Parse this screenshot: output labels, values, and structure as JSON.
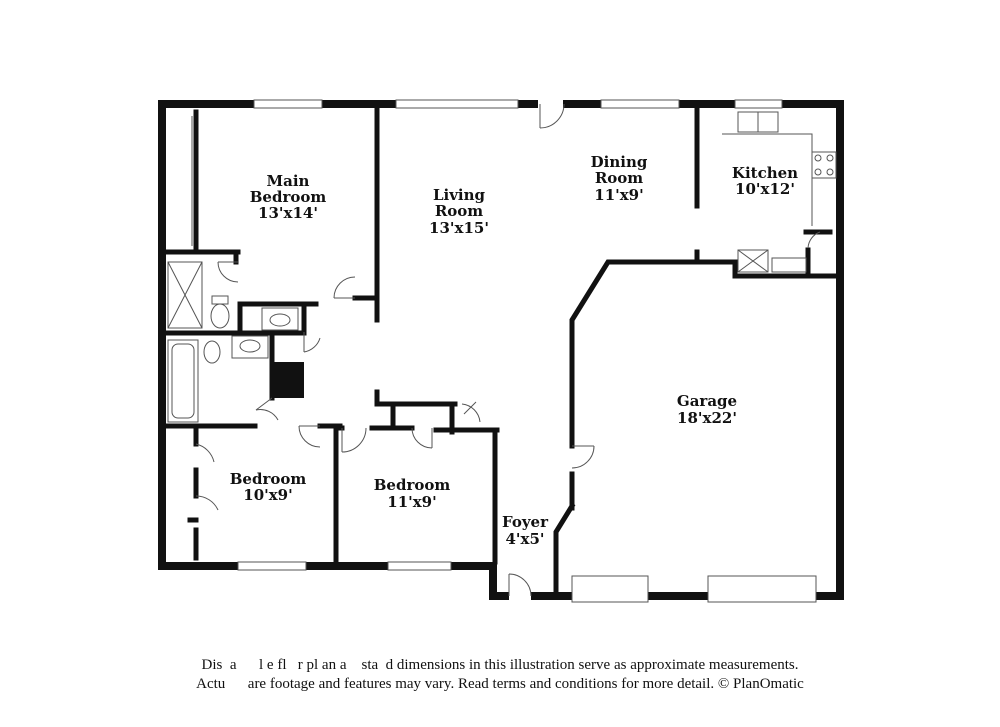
{
  "rooms": {
    "main_bedroom": {
      "name_1": "Main",
      "name_2": "Bedroom",
      "size": "13'x14'"
    },
    "living_room": {
      "name_1": "Living",
      "name_2": "Room",
      "size": "13'x15'"
    },
    "dining_room": {
      "name_1": "Dining",
      "name_2": "Room",
      "size": "11'x9'"
    },
    "kitchen": {
      "name": "Kitchen",
      "size": "10'x12'"
    },
    "garage": {
      "name": "Garage",
      "size": "18'x22'"
    },
    "bedroom_2": {
      "name": "Bedroom",
      "size": "10'x9'"
    },
    "bedroom_3": {
      "name": "Bedroom",
      "size": "11'x9'"
    },
    "foyer": {
      "name": "Foyer",
      "size": "4'x5'"
    }
  },
  "disclaimer": {
    "line_1": "Dis  a      l e fl   r pl an a    sta  d dimensions in this illustration serve as approximate measurements.",
    "line_2": "Actu      are footage and features may vary. Read terms and conditions for more detail. © PlanOmatic"
  },
  "colors": {
    "wall": "#111111",
    "fixture": "#555555",
    "background": "#ffffff"
  }
}
